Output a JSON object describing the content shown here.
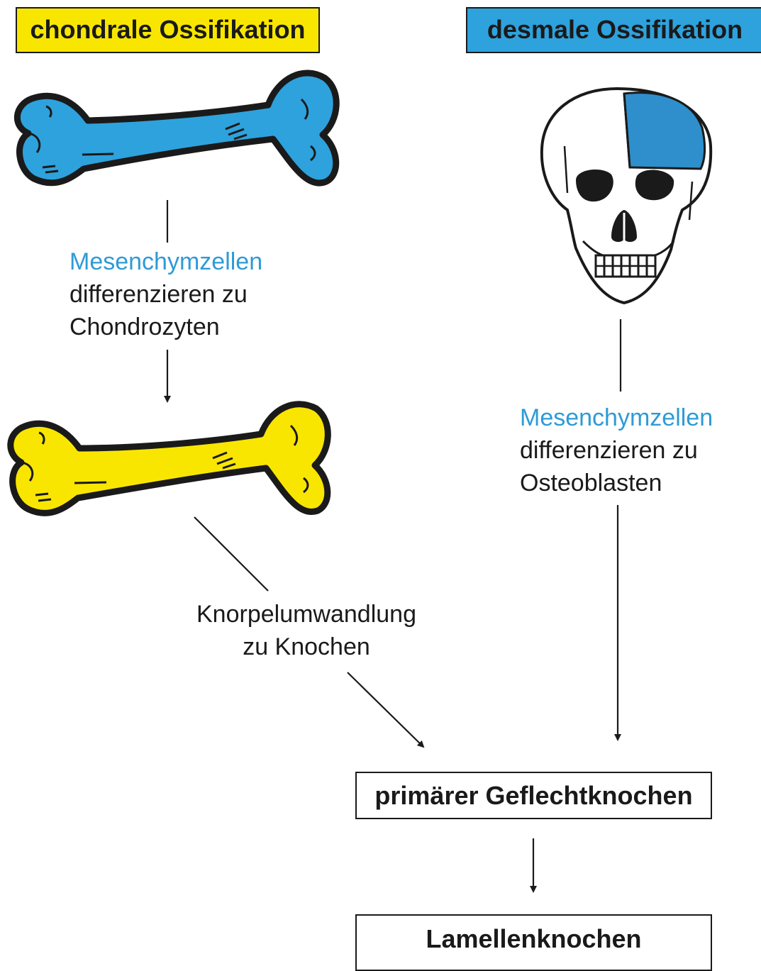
{
  "headers": {
    "left": "chondrale Ossifikation",
    "right": "desmale Ossifikation"
  },
  "left_branch": {
    "step1_highlight": "Mesenchymzellen",
    "step1_line2": "differenzieren zu",
    "step1_line3": "Chondrozyten",
    "step2_line1": "Knorpelumwandlung",
    "step2_line2": "zu Knochen"
  },
  "right_branch": {
    "step1_highlight": "Mesenchymzellen",
    "step1_line2": "differenzieren zu",
    "step1_line3": "Osteoblasten"
  },
  "stages": {
    "primary": "primärer Geflechtknochen",
    "final": "Lamellenknochen"
  },
  "colors": {
    "yellow": "#f9e600",
    "blue": "#2ea2dd",
    "blue_text": "#2e9bd6",
    "skull_patch": "#2e8fcc"
  },
  "icons": [
    "bone-blue-icon",
    "bone-yellow-icon",
    "skull-icon"
  ]
}
